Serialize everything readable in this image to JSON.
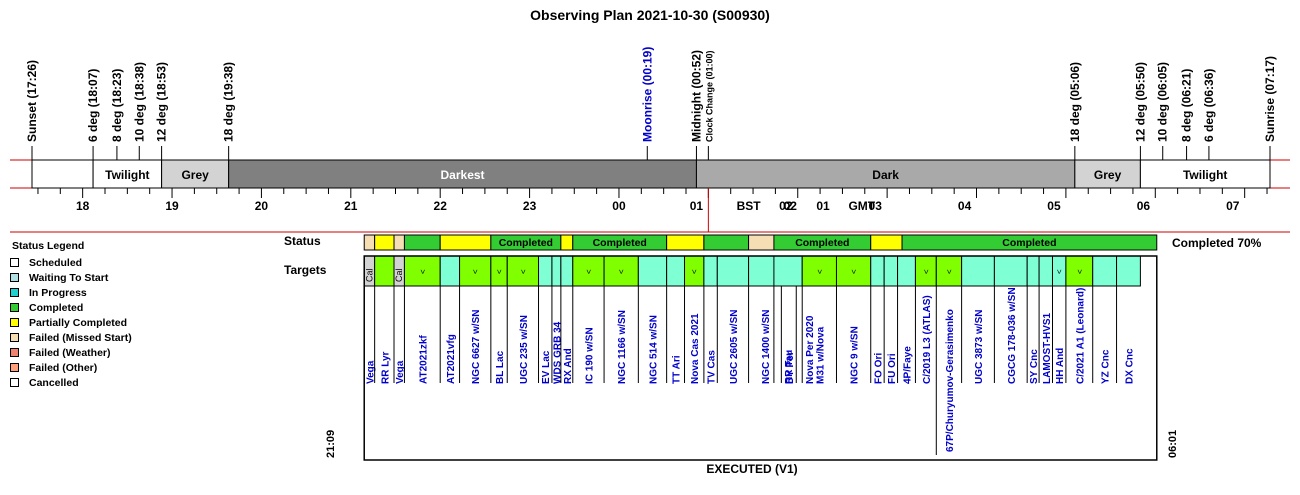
{
  "title": "Observing Plan 2021-10-30 (S00930)",
  "footer": "EXECUTED (V1)",
  "summary": "Completed 70%",
  "colors": {
    "scheduled": "#ffffff",
    "waiting": "#b0e0e6",
    "in_progress": "#20d0d0",
    "completed": "#33cc33",
    "partial": "#ffff00",
    "missed": "#f5deb3",
    "weather": "#f08070",
    "cancelled": "#ffffff",
    "target_green": "#7fff00",
    "target_aqua": "#7fffd4",
    "target_cal": "#d3d3d3",
    "target_text": "#0000cc",
    "twilight": "#ffffff",
    "grey": "#d3d3d3",
    "darkest": "#808080",
    "dark": "#a9a9a9",
    "axis_line": "#cc0000"
  },
  "chart_data": {
    "type": "table",
    "night_start": "17:26",
    "night_end": "07:17",
    "window_start": "21:09",
    "window_end": "06:01",
    "events": [
      {
        "label": "Sunset (17:26)",
        "time": "17:26",
        "color": "#000000"
      },
      {
        "label": "6 deg (18:07)",
        "time": "18:07",
        "color": "#000000"
      },
      {
        "label": "8 deg (18:23)",
        "time": "18:23",
        "color": "#000000"
      },
      {
        "label": "10 deg (18:38)",
        "time": "18:38",
        "color": "#000000"
      },
      {
        "label": "12 deg (18:53)",
        "time": "18:53",
        "color": "#000000"
      },
      {
        "label": "18 deg (19:38)",
        "time": "19:38",
        "color": "#000000"
      },
      {
        "label": "Moonrise (00:19)",
        "time": "00:19",
        "color": "#0000cc"
      },
      {
        "label": "Midnight (00:52)",
        "time": "00:52",
        "color": "#000000"
      },
      {
        "label": "Clock Change (01:00)",
        "time": "01:00",
        "color": "#000000",
        "small": true
      },
      {
        "label": "18 deg (05:06)",
        "time": "05:06",
        "color": "#000000"
      },
      {
        "label": "12 deg (05:50)",
        "time": "05:50",
        "color": "#000000"
      },
      {
        "label": "10 deg (06:05)",
        "time": "06:05",
        "color": "#000000"
      },
      {
        "label": "8 deg (06:21)",
        "time": "06:21",
        "color": "#000000"
      },
      {
        "label": "6 deg (06:36)",
        "time": "06:36",
        "color": "#000000"
      },
      {
        "label": "Sunrise (07:17)",
        "time": "07:17",
        "color": "#000000"
      }
    ],
    "phases": [
      {
        "label": "",
        "start": "17:26",
        "end": "18:07",
        "color": "#ffffff",
        "text_color": "#000000"
      },
      {
        "label": "Twilight",
        "start": "18:07",
        "end": "18:53",
        "color": "#ffffff",
        "text_color": "#000000"
      },
      {
        "label": "Grey",
        "start": "18:53",
        "end": "19:38",
        "color": "#d3d3d3",
        "text_color": "#000000"
      },
      {
        "label": "Darkest",
        "start": "19:38",
        "end": "00:52",
        "color": "#808080",
        "text_color": "#ffffff"
      },
      {
        "label": "Dark",
        "start": "00:52",
        "end": "05:06",
        "color": "#a9a9a9",
        "text_color": "#000000"
      },
      {
        "label": "Grey",
        "start": "05:06",
        "end": "05:50",
        "color": "#d3d3d3",
        "text_color": "#000000"
      },
      {
        "label": "Twilight",
        "start": "05:50",
        "end": "07:17",
        "color": "#ffffff",
        "text_color": "#000000"
      }
    ],
    "hour_ticks": [
      {
        "label": "18",
        "time": "18:00"
      },
      {
        "label": "19",
        "time": "19:00"
      },
      {
        "label": "20",
        "time": "20:00"
      },
      {
        "label": "21",
        "time": "21:00"
      },
      {
        "label": "22",
        "time": "22:00"
      },
      {
        "label": "23",
        "time": "23:00"
      },
      {
        "label": "00",
        "time": "00:00"
      },
      {
        "label": "01",
        "time": "00:52"
      },
      {
        "label": "02",
        "time": "01:52"
      },
      {
        "label": "03",
        "time": "02:52"
      },
      {
        "label": "04",
        "time": "03:52"
      },
      {
        "label": "05",
        "time": "04:52"
      },
      {
        "label": "06",
        "time": "05:52"
      },
      {
        "label": "07",
        "time": "06:52"
      }
    ],
    "zone_labels": [
      {
        "label": "BST",
        "time": "01:27"
      },
      {
        "label": "02",
        "time": "01:55"
      },
      {
        "label": "01",
        "time": "02:17"
      },
      {
        "label": "GMT",
        "time": "02:43"
      }
    ],
    "status_label": "Status",
    "targets_label": "Targets",
    "status_blocks": [
      {
        "start": "21:09",
        "end": "21:16",
        "status": "missed",
        "label": ""
      },
      {
        "start": "21:16",
        "end": "21:29",
        "status": "partial",
        "label": ""
      },
      {
        "start": "21:29",
        "end": "21:36",
        "status": "missed",
        "label": ""
      },
      {
        "start": "21:36",
        "end": "22:00",
        "status": "completed",
        "label": ""
      },
      {
        "start": "22:00",
        "end": "22:34",
        "status": "partial",
        "label": ""
      },
      {
        "start": "22:34",
        "end": "23:21",
        "status": "completed",
        "label": "Completed"
      },
      {
        "start": "23:21",
        "end": "23:29",
        "status": "partial",
        "label": ""
      },
      {
        "start": "23:29",
        "end": "00:32",
        "status": "completed",
        "label": "Completed"
      },
      {
        "start": "00:32",
        "end": "00:57",
        "status": "partial",
        "label": ""
      },
      {
        "start": "00:57",
        "end": "01:27",
        "status": "completed",
        "label": ""
      },
      {
        "start": "01:27",
        "end": "01:49",
        "status": "missed",
        "label": ""
      },
      {
        "start": "01:49",
        "end": "01:59",
        "status": "completed",
        "label": ""
      },
      {
        "start": "01:59",
        "end": "02:16",
        "status": "weather",
        "label": ""
      },
      {
        "start": "01:44",
        "end": "02:49",
        "status": "completed",
        "label": "Completed"
      },
      {
        "start": "02:49",
        "end": "03:10",
        "status": "partial",
        "label": ""
      },
      {
        "start": "03:10",
        "end": "06:01",
        "status": "completed",
        "label": "Completed"
      }
    ],
    "targets": [
      {
        "name": "Vega",
        "start": "21:09",
        "end": "21:16",
        "fill": "cal",
        "badge": "Cal",
        "long": false
      },
      {
        "name": "RR Lyr",
        "start": "21:16",
        "end": "21:29",
        "fill": "green",
        "badge": "",
        "long": false
      },
      {
        "name": "Vega",
        "start": "21:29",
        "end": "21:36",
        "fill": "cal",
        "badge": "Cal",
        "long": false
      },
      {
        "name": "AT2021zkf",
        "start": "21:36",
        "end": "22:00",
        "fill": "green",
        "badge": "<",
        "long": false
      },
      {
        "name": "AT2021vfg",
        "start": "22:00",
        "end": "22:13",
        "fill": "aqua",
        "badge": "",
        "long": false
      },
      {
        "name": "NGC 6627 w/SN",
        "start": "22:13",
        "end": "22:34",
        "fill": "green",
        "badge": "<",
        "long": false
      },
      {
        "name": "BL Lac",
        "start": "22:34",
        "end": "22:45",
        "fill": "green",
        "badge": "<",
        "long": false
      },
      {
        "name": "UGC 235 w/SN",
        "start": "22:45",
        "end": "23:06",
        "fill": "green",
        "badge": "<",
        "long": false
      },
      {
        "name": "EV Lac",
        "start": "23:06",
        "end": "23:15",
        "fill": "aqua",
        "badge": "",
        "long": false
      },
      {
        "name": "WDS GRB 34",
        "start": "23:15",
        "end": "23:21",
        "fill": "aqua",
        "badge": "",
        "long": false
      },
      {
        "name": "RX And",
        "start": "23:21",
        "end": "23:29",
        "fill": "aqua",
        "badge": "",
        "long": false
      },
      {
        "name": "IC 190 w/SN",
        "start": "23:29",
        "end": "23:50",
        "fill": "green",
        "badge": "<",
        "long": false
      },
      {
        "name": "NGC 1166 w/SN",
        "start": "23:50",
        "end": "00:13",
        "fill": "green",
        "badge": "<",
        "long": false
      },
      {
        "name": "NGC 514 w/SN",
        "start": "00:13",
        "end": "00:32",
        "fill": "aqua",
        "badge": "",
        "long": false
      },
      {
        "name": "TT Ari",
        "start": "00:32",
        "end": "00:44",
        "fill": "aqua",
        "badge": "",
        "long": false
      },
      {
        "name": "Nova Cas 2021",
        "start": "00:44",
        "end": "00:57",
        "fill": "green",
        "badge": "<",
        "long": false
      },
      {
        "name": "TV Cas",
        "start": "00:57",
        "end": "01:06",
        "fill": "aqua",
        "badge": "",
        "long": false
      },
      {
        "name": "UGC 2605 w/SN",
        "start": "01:06",
        "end": "01:27",
        "fill": "aqua",
        "badge": "",
        "long": false
      },
      {
        "name": "NGC 1400 w/SN",
        "start": "01:27",
        "end": "01:49",
        "fill": "aqua",
        "badge": "",
        "long": false
      },
      {
        "name": "DY Per",
        "start": "01:49",
        "end": "01:59",
        "fill": "aqua",
        "badge": "",
        "long": false
      },
      {
        "name": "Nova Per 2020",
        "start": "01:59",
        "end": "02:16",
        "fill": "aqua",
        "badge": "",
        "long": false
      },
      {
        "name": "RR Tau",
        "start": "01:44",
        "end": "02:03",
        "fill": "aqua",
        "badge": "",
        "long": false
      },
      {
        "name": "M31 w/Nova",
        "start": "02:03",
        "end": "02:26",
        "fill": "green",
        "badge": "<",
        "long": false
      },
      {
        "name": "NGC 9 w/SN",
        "start": "02:26",
        "end": "02:49",
        "fill": "green",
        "badge": "<",
        "long": false
      },
      {
        "name": "FO Ori",
        "start": "02:49",
        "end": "02:58",
        "fill": "aqua",
        "badge": "",
        "long": false
      },
      {
        "name": "FU Ori",
        "start": "02:58",
        "end": "03:07",
        "fill": "aqua",
        "badge": "",
        "long": false
      },
      {
        "name": "4P/Faye",
        "start": "03:07",
        "end": "03:19",
        "fill": "aqua",
        "badge": "",
        "long": false
      },
      {
        "name": "C/2019 L3 (ATLAS)",
        "start": "03:19",
        "end": "03:33",
        "fill": "green",
        "badge": "<",
        "long": false
      },
      {
        "name": "67P/Churyumov-Gerasimenko",
        "start": "03:33",
        "end": "03:50",
        "fill": "green",
        "badge": "<",
        "long": true
      },
      {
        "name": "UGC 3873 w/SN",
        "start": "03:50",
        "end": "04:12",
        "fill": "aqua",
        "badge": "",
        "long": false
      },
      {
        "name": "CGCG 178-036 w/SN",
        "start": "04:12",
        "end": "04:34",
        "fill": "aqua",
        "badge": "",
        "long": false
      },
      {
        "name": "SY Cnc",
        "start": "04:34",
        "end": "04:42",
        "fill": "aqua",
        "badge": "",
        "long": false
      },
      {
        "name": "LAMOST-HVS1",
        "start": "04:42",
        "end": "04:51",
        "fill": "aqua",
        "badge": "",
        "long": false
      },
      {
        "name": "HH And",
        "start": "04:51",
        "end": "05:00",
        "fill": "aqua",
        "badge": "<",
        "long": false
      },
      {
        "name": "C/2021 A1 (Leonard)",
        "start": "05:00",
        "end": "05:18",
        "fill": "green",
        "badge": "<",
        "long": false
      },
      {
        "name": "YZ Cnc",
        "start": "05:18",
        "end": "05:34",
        "fill": "aqua",
        "badge": "",
        "long": false
      },
      {
        "name": "DX Cnc",
        "start": "05:34",
        "end": "05:50",
        "fill": "aqua",
        "badge": "",
        "long": false
      }
    ]
  },
  "legend": {
    "title": "Status Legend",
    "items": [
      {
        "label": "Scheduled",
        "color": "#ffffff"
      },
      {
        "label": "Waiting To Start",
        "color": "#b0e0e6"
      },
      {
        "label": "In Progress",
        "color": "#20d0d0"
      },
      {
        "label": "Completed",
        "color": "#33cc33"
      },
      {
        "label": "Partially Completed",
        "color": "#ffff00"
      },
      {
        "label": "Failed (Missed Start)",
        "color": "#f5deb3"
      },
      {
        "label": "Failed (Weather)",
        "color": "#f08070"
      },
      {
        "label": "Failed (Other)",
        "color": "#ffa07a"
      },
      {
        "label": "Cancelled",
        "color": "#ffffff"
      }
    ]
  }
}
